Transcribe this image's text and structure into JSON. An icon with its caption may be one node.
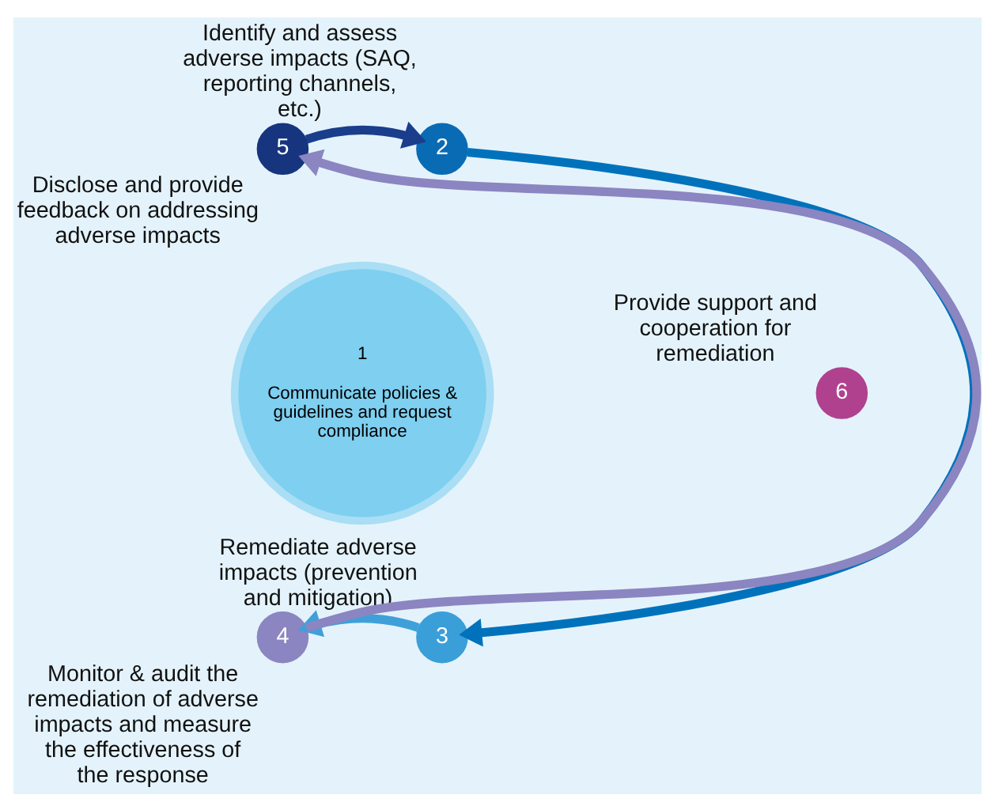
{
  "diagram": {
    "nodes": [
      {
        "text": [
          "1",
          "Communicate policies & guidelines and request compliance"
        ]
      },
      {
        "text": [
          "2"
        ],
        "beside": [
          "Identify and assess adverse impacts (SAQ, reporting channels, etc.)"
        ]
      },
      {
        "text": [
          "3"
        ],
        "beside": [
          "Remediate adverse impacts (prevention and mitigation)"
        ]
      },
      {
        "text": [
          "4"
        ],
        "beside": [
          "Monitor & audit the remediation of adverse impacts and measure the effectiveness of the response"
        ]
      },
      {
        "text": [
          "5"
        ],
        "beside": [
          "Disclose and provide feedback on addressing adverse impacts"
        ]
      },
      {
        "text": [
          "6"
        ],
        "beside": [
          "Provide support and cooperation for remediation"
        ]
      }
    ],
    "edges": [
      {
        "from": 4,
        "to": 1,
        "arrow": "to",
        "color": "#1a3e8c"
      },
      {
        "from": 1,
        "to": 2,
        "arrow": "to",
        "color": "#0072bc"
      },
      {
        "from": 2,
        "to": 3,
        "arrow": "to",
        "color": "#3fa0d9"
      },
      {
        "from": 3,
        "to": 4,
        "arrow": "to",
        "color": "#8b85c1"
      }
    ]
  }
}
